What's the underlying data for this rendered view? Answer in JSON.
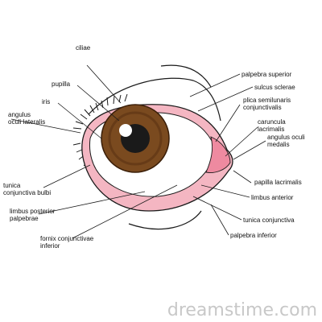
{
  "labels": {
    "ciliae": "ciliae",
    "pupilla": "pupilla",
    "iris": "iris",
    "angulus_lateralis": "angulus\noculi lateralis",
    "tunica_bulbi": "tunica\nconjunctiva bulbi",
    "limbus_posterior": "limbus posterior\npalpebrae",
    "fornix": "fornix conjunctivae\ninferior",
    "palpebra_superior": "palpebra superior",
    "sulcus_sclerae": "sulcus sclerae",
    "plica": "plica semilunaris\nconjunctivalis",
    "caruncula": "caruncula\nlacrimalis",
    "angulus_medialis": "angulus oculi\nmedalis",
    "papilla": "papilla lacrimalis",
    "limbus_anterior": "limbus anterior",
    "tunica_conjunctiva": "tunica conjunctiva",
    "palpebra_inferior": "palpebra inferior"
  },
  "watermark": "dreamstime.com",
  "colors": {
    "iris": "#7a4a1f",
    "iris_dark": "#4a2a10",
    "pupil": "#1a1a1a",
    "conjunctiva": "#f4b6c2",
    "caruncula": "#ee8aa0",
    "outline": "#1a1a1a"
  }
}
